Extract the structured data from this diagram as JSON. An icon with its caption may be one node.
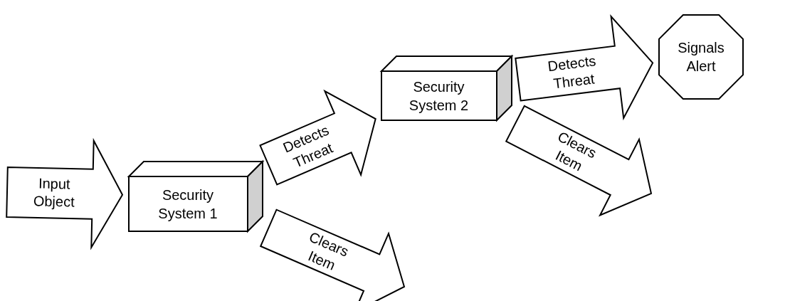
{
  "diagram": {
    "nodes": [
      {
        "text": [
          "Security System 1"
        ]
      },
      {
        "text": [
          "Security System 2"
        ]
      },
      {
        "text": [
          "Signals Alert"
        ]
      }
    ],
    "edges": [
      {
        "from": null,
        "to": 0,
        "arrow": "to",
        "label": "Input Object"
      },
      {
        "from": 0,
        "to": 1,
        "arrow": "to",
        "label": "Detects Threat"
      },
      {
        "from": 0,
        "to": null,
        "arrow": "to",
        "label": "Clears Item"
      },
      {
        "from": 1,
        "to": 2,
        "arrow": "to",
        "label": "Detects Threat"
      },
      {
        "from": 1,
        "to": null,
        "arrow": "to",
        "label": "Clears Item"
      }
    ]
  }
}
